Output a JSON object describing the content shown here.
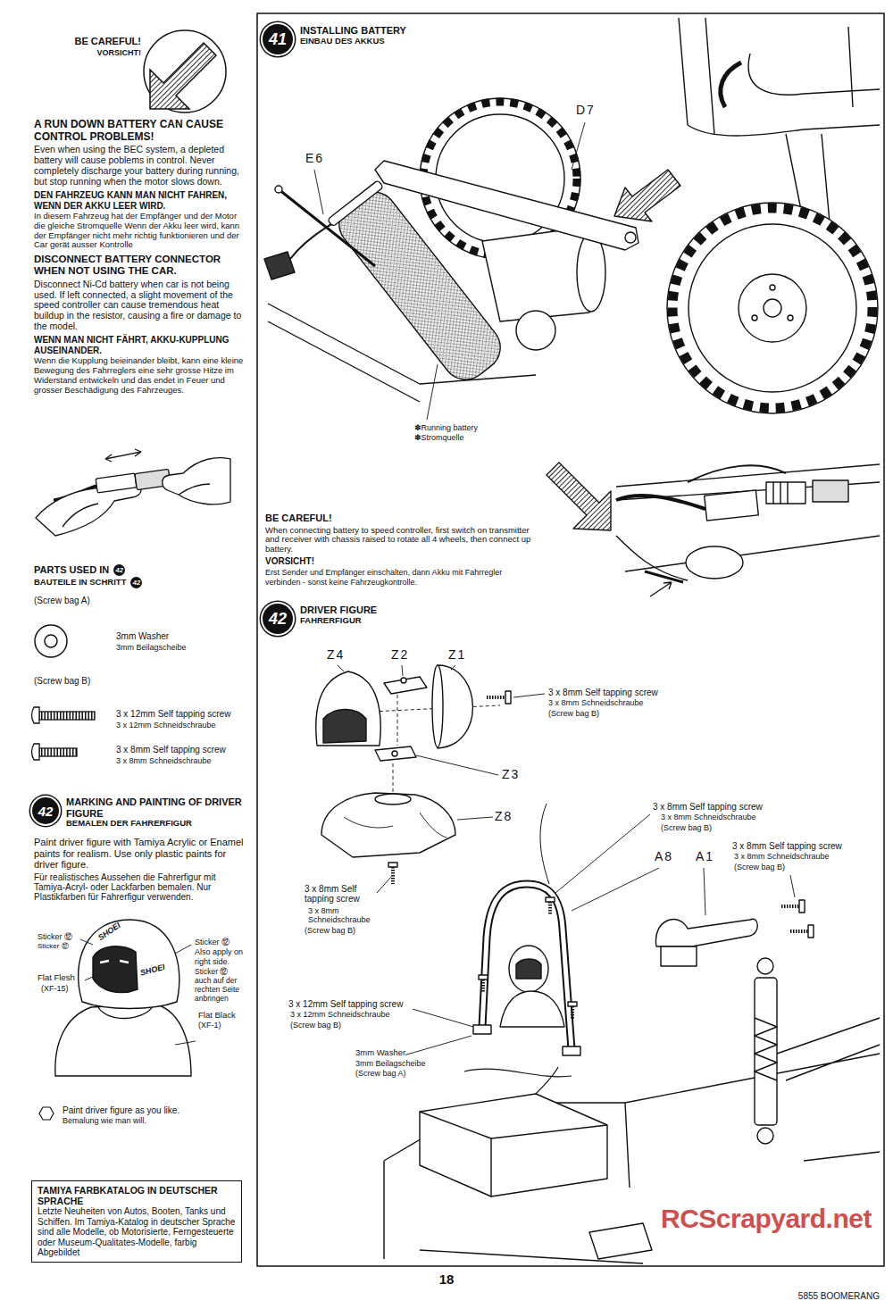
{
  "diagram": {
    "nodes": [
      {
        "text": [
          "42"
        ]
      },
      {
        "text": [
          "42"
        ]
      },
      {
        "text": [
          "42",
          "MARKING AND PAINTING OF DRIVER FIGURE",
          "BEMALEN DER FAHRERFIGUR"
        ]
      },
      {
        "text": [
          "TAMIYA FARBKATALOG IN DEUTSCHER SPRACHE",
          "Letzte Neuheiten von Autos, Booten, Tanks und Schiffen. Im Tamiya-Katalog in deutscher Sprache sind alle Modelle, ob Motorisierte, Ferngesteuerte oder Museum-Qualitates-Modelle, farbig Abgebildet"
        ]
      },
      {
        "text": [
          "41",
          "INSTALLING BATTERY",
          "EINBAU DES AKKUS"
        ]
      },
      {
        "text": [
          "42",
          "DRIVER FIGURE",
          "FAHRERFIGUR"
        ]
      }
    ],
    "labels": [
      "BE CAREFUL!",
      "VORSICHT!",
      "A RUN DOWN BATTERY CAN CAUSE CONTROL PROBLEMS!",
      "Even when using the BEC system, a depleted battery will cause poblems in control. Never completely discharge your battery during running, but stop running when the motor slows down.",
      "DEN FAHRZEUG KANN MAN NICHT FAHREN, WENN DER AKKU LEER WIRD.",
      "In diesem Fahrzeug hat der Empfänger und der Motor die gleiche Stromquelle Wenn der Akku leer wird, kann der Empfänger nicht mehr richtig funktionieren und der Car gerät ausser Kontrolle",
      "DISCONNECT BATTERY CONNECTOR WHEN NOT USING THE CAR.",
      "Disconnect Ni-Cd battery when car is not being used. If left connected, a slight movement of the speed controller can cause tremendous heat buildup in the resistor, causing a fire or damage to the model.",
      "WENN MAN NICHT FÄHRT, AKKU-KUPPLUNG AUSEINANDER.",
      "Wenn die Kupplung beieinander bleibt, kann eine kleine Bewegung des Fahrreglers eine sehr grosse Hitze im Widerstand entwickeln und das endet in Feuer und grosser Beschädigung des Fahrzeuges.",
      "PARTS USED IN",
      "BAUTEILE IN SCHRITT",
      "(Screw bag A)",
      "3mm Washer",
      "3mm Beilagscheibe",
      "(Screw bag B)",
      "3 x 12mm Self tapping screw",
      "3 x 12mm Schneidschraube",
      "3 x 8mm Self tapping screw",
      "3 x 8mm Schneidschraube",
      "Paint driver figure with Tamiya Acrylic or Enamel paints for realism. Use only plastic paints for driver figure.",
      "Für realistisches Aussehen die Fahrerfigur mit Tamiya-Acryl- oder Lackfarben bemalen. Nur Plastikfarben für Fahrerfigur verwenden.",
      "Sticker ⑫",
      "Sticker ⑫",
      "Flat Flesh",
      "(XF-15)",
      "Sticker ⑫",
      "Also apply on right side.",
      "Sticker ⑫",
      "auch auf der rechten Seite anbringen",
      "Flat Black",
      "(XF-1)",
      "SHOEI",
      "SHOEI",
      "Paint driver figure as you like.",
      "Bemalung wie man will.",
      "D7",
      "E6",
      "✽Running battery",
      "✽Stromquelle",
      "BE CAREFUL!",
      "When connecting battery to speed controller, first switch on transmitter and receiver with chassis raised to rotate all 4 wheels, then connect up battery.",
      "VORSICHT!",
      "Erst Sender und Empfänger einschalten, dann Akku mit Fahrregler verbinden - sonst keine Fahrzeugkontrolle.",
      "Z4",
      "Z2",
      "Z1",
      "3 x 8mm Self tapping screw",
      "3 x 8mm Schneidschraube",
      "(Screw bag B)",
      "Z3",
      "Z8",
      "3 x 8mm Self tapping screw",
      "3 x 8mm Schneidschraube",
      "(Screw bag B)",
      "3 x 8mm Self tapping screw",
      "3 x 8mm Schneidschraube",
      "(Screw bag B)",
      "A8",
      "A1",
      "3 x 8mm Self tapping screw",
      "3 x 8mm Schneidschraube",
      "(Screw bag B)",
      "3 x 12mm Self tapping screw",
      "3 x 12mm Schneidschraube",
      "(Screw bag B)",
      "3mm Washer",
      "3mm Beilagscheibe",
      "(Screw bag A)",
      "18",
      "5855 BOOMERANG",
      "RCScrapyard.net"
    ]
  }
}
